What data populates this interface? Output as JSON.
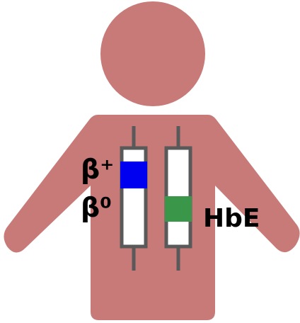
{
  "colors": {
    "body": "#C87A78",
    "chromosome_outline": "#595959",
    "chromosome_fill": "#FFFFFF",
    "beta_band": "#0000F0",
    "hbe_band": "#3A9648",
    "text": "#000000"
  },
  "labels": {
    "beta_plus": "β⁺",
    "beta_zero": "β⁰",
    "hbe": "HbE"
  },
  "chromosomes": [
    {
      "name": "left-chromosome",
      "band_label": "beta_band"
    },
    {
      "name": "right-chromosome",
      "band_label": "hbe_band"
    }
  ]
}
